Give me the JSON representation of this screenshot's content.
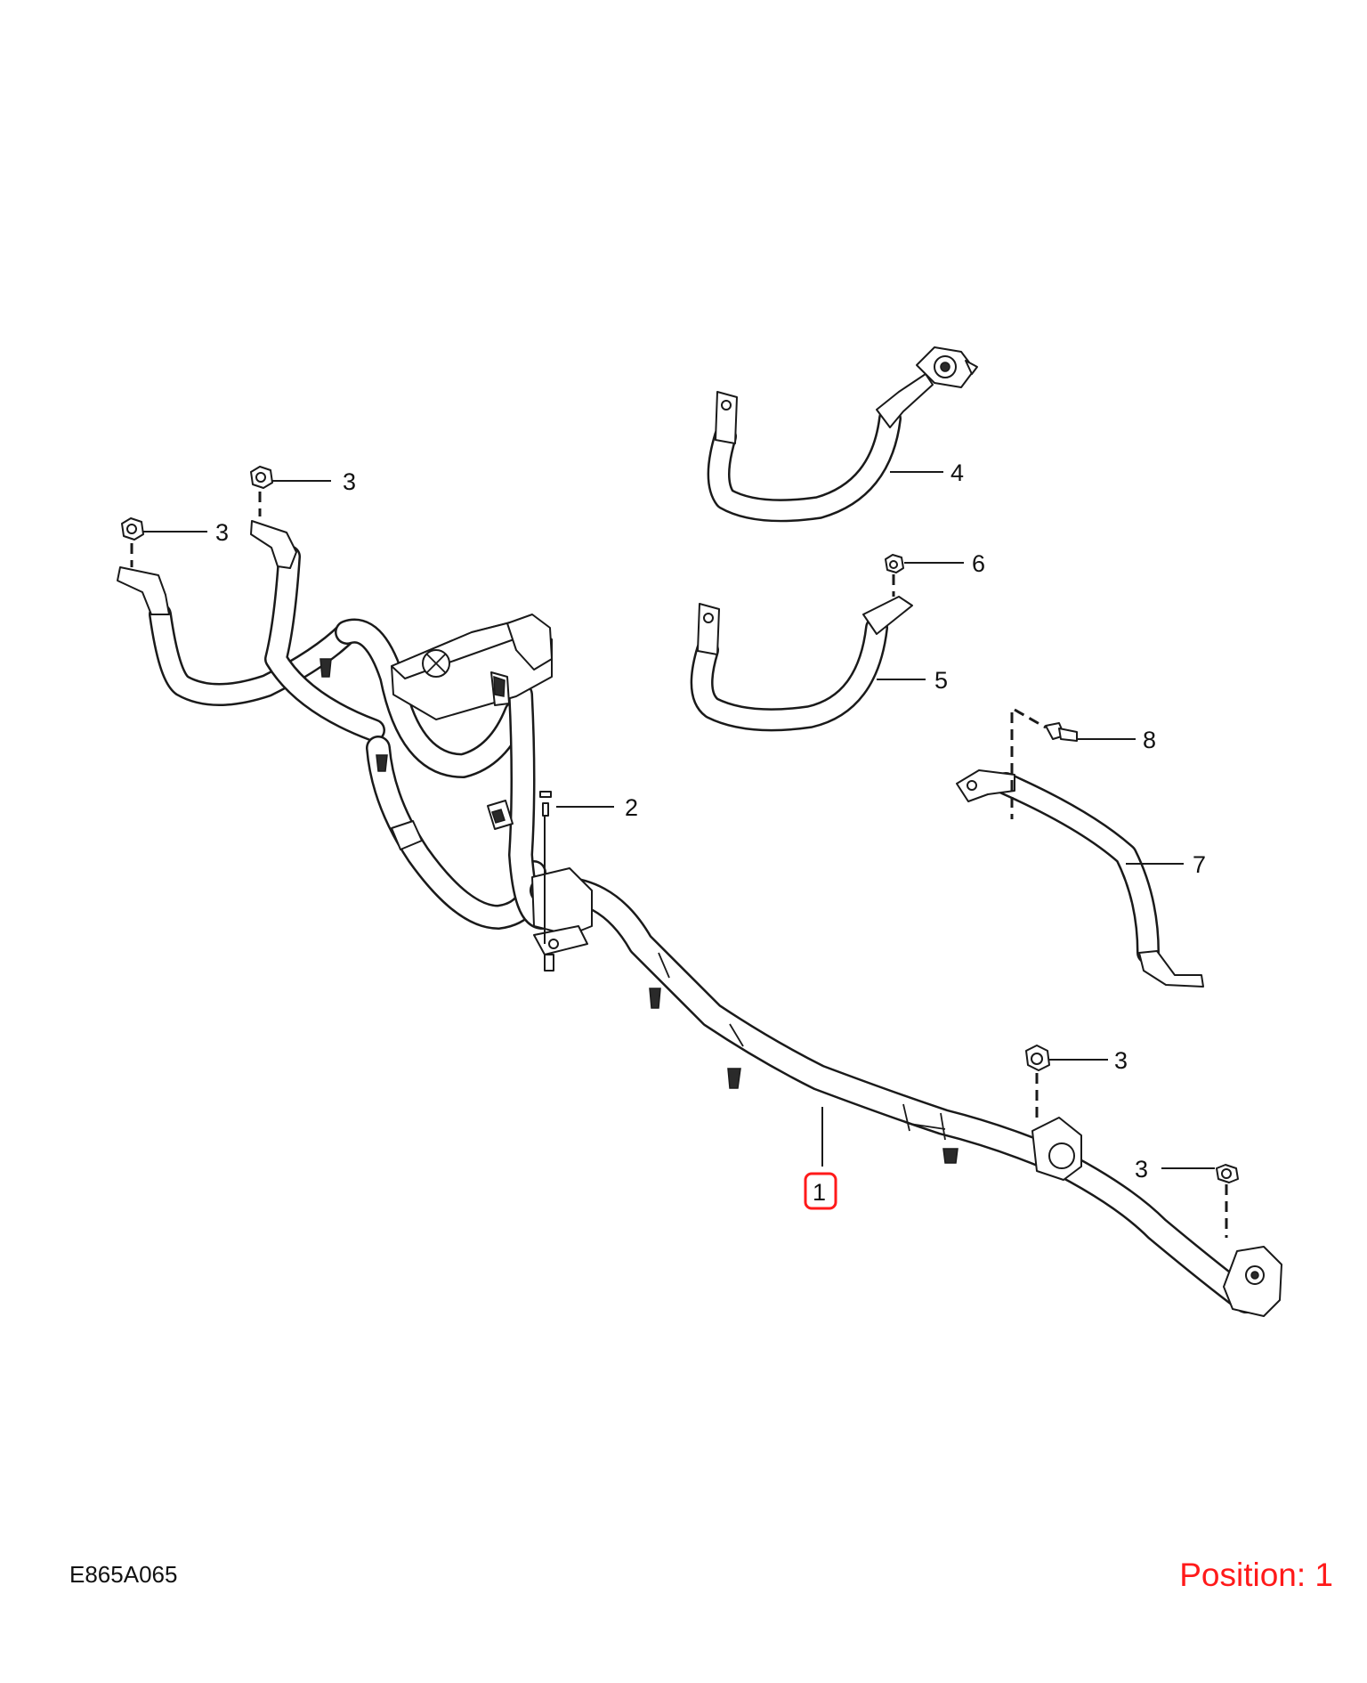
{
  "drawing_code": "E865A065",
  "position_label": "Position: 1",
  "highlight_color": "#ff1a1a",
  "callouts": {
    "c1": "1",
    "c2": "2",
    "c3a": "3",
    "c3b": "3",
    "c3c": "3",
    "c3d": "3",
    "c4": "4",
    "c5": "5",
    "c6": "6",
    "c7": "7",
    "c8": "8"
  },
  "parts": [
    {
      "number": "1",
      "description": "main battery cable harness",
      "highlighted": true
    },
    {
      "number": "2",
      "description": "bolt"
    },
    {
      "number": "3",
      "description": "nut"
    },
    {
      "number": "4",
      "description": "battery terminal cable"
    },
    {
      "number": "5",
      "description": "cable"
    },
    {
      "number": "6",
      "description": "nut"
    },
    {
      "number": "7",
      "description": "ground cable"
    },
    {
      "number": "8",
      "description": "bolt"
    }
  ]
}
